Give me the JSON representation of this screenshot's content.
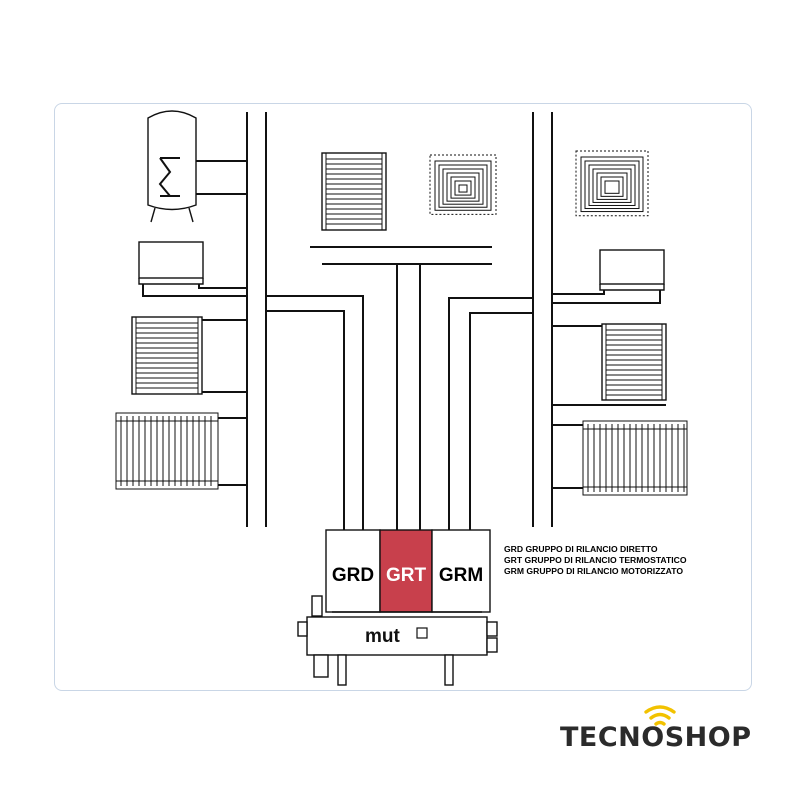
{
  "modules": [
    {
      "code": "GRD",
      "fill": "#ffffff",
      "text_color": "#000000"
    },
    {
      "code": "GRT",
      "fill": "#c8404c",
      "text_color": "#ffffff"
    },
    {
      "code": "GRM",
      "fill": "#ffffff",
      "text_color": "#000000"
    }
  ],
  "legend": [
    "GRD GRUPPO DI RILANCIO DIRETTO",
    "GRT GRUPPO DI RILANCIO TERMOSTATICO",
    "GRM GRUPPO DI RILANCIO MOTORIZZATO"
  ],
  "manifold_label": "mut",
  "brand": {
    "name": "TECNOSHOP",
    "wifi_color": "#f2c200"
  },
  "colors": {
    "line": "#111111",
    "frame": "#c9d6e6"
  }
}
